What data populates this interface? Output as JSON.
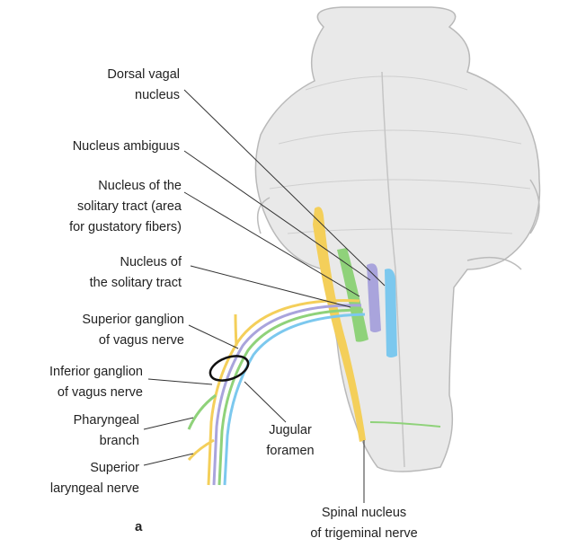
{
  "figure_letter": "a",
  "labels": {
    "dorsal_vagal": [
      "Dorsal vagal",
      "nucleus"
    ],
    "ambiguus": [
      "Nucleus ambiguus"
    ],
    "solitary_gustatory": [
      "Nucleus of the",
      "solitary tract (area",
      "for gustatory fibers)"
    ],
    "solitary": [
      "Nucleus of",
      "the solitary tract"
    ],
    "superior_ganglion": [
      "Superior ganglion",
      "of vagus nerve"
    ],
    "inferior_ganglion": [
      "Inferior ganglion",
      "of vagus nerve"
    ],
    "pharyngeal": [
      "Pharyngeal",
      "branch"
    ],
    "laryngeal": [
      "Superior",
      "laryngeal nerve"
    ],
    "jugular": [
      "Jugular",
      "foramen"
    ],
    "trigeminal": [
      "Spinal nucleus",
      "of trigeminal nerve"
    ]
  },
  "colors": {
    "brainstem": "#e9e9e9",
    "brainstem_line": "#b9b9b9",
    "yellow": "#f4cf5a",
    "green": "#8fd27a",
    "purple": "#a9a4dc",
    "blue": "#7cc8ee",
    "leader": "#333333"
  }
}
